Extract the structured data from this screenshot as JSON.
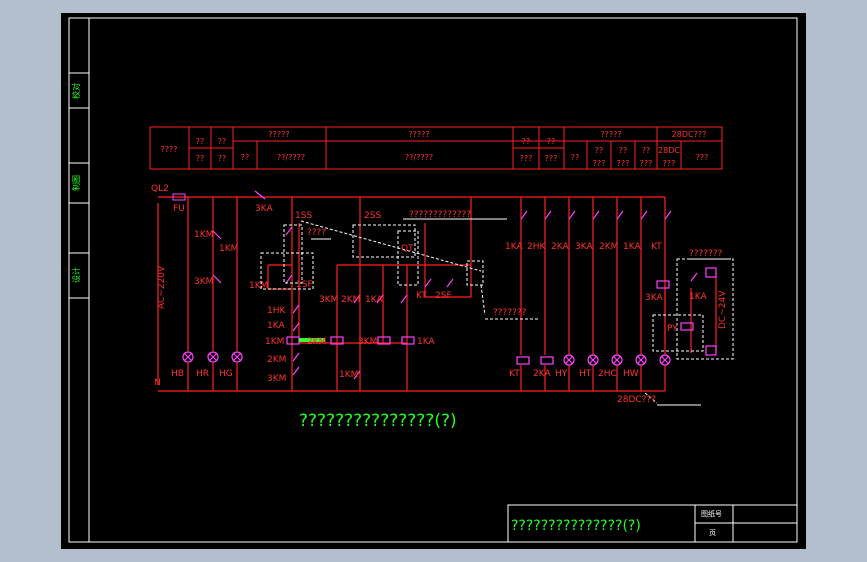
{
  "colors": {
    "line": "#ff2020",
    "frame": "#ffffff",
    "contact": "#ff40ff",
    "title_green": "#20ff20",
    "dashed": "#ffffff",
    "highlight": "#30ff30"
  },
  "side_block": {
    "label_top": "校对",
    "label_mid": "制图",
    "label_bot": "设计"
  },
  "header_table": {
    "c1": "????",
    "c2a": "??",
    "c2b": "??",
    "c3a": "??",
    "c3b": "??",
    "c4top": "?????",
    "c4a": "??",
    "c4b": "??/????",
    "c5top": "?????",
    "c5b": "??/????",
    "c6a": "??",
    "c6b": "???",
    "c7a": "??",
    "c7b": "???",
    "c8top": "?????",
    "c8a": "??",
    "c8b1": "??",
    "c8b2": "???",
    "c8c1": "??",
    "c8c2": "???",
    "c8d1": "??",
    "c8d2": "???",
    "c9top": "28DC???",
    "c9a1": "28DC",
    "c9a2": "???",
    "c9b": "???"
  },
  "labels": {
    "ql2": "QL2",
    "fu": "FU",
    "ac": "AC~220V",
    "n": "N",
    "k3ka_top": "3KA",
    "s1": "1SS",
    "s2": "2SS",
    "note_top": "?????????????",
    "s1_note": "????",
    "km1a": "1KM",
    "km1b": "1KM",
    "km3": "3KM",
    "km1c": "1KM",
    "sf1": "1SF",
    "qt": "QT",
    "kt1": "KT",
    "sf2": "2SF",
    "km3b": "3KM",
    "km2": "2KM",
    "ka1": "1KA",
    "ka1b": "1KA",
    "hk1": "1HK",
    "km1d": "1KM",
    "km2b": "2KM",
    "km3c": "3KM",
    "km3coil": "3KM",
    "ka1coil": "1KA",
    "km1e": "1KM",
    "km1coil": "2KM",
    "note_mid": "???????",
    "hb": "HB",
    "hr": "HR",
    "hg": "HG",
    "r1": "1KA",
    "r2": "2HK",
    "r3": "2KA",
    "r4": "3KA",
    "r5": "2KM",
    "r6": "1KA",
    "r7": "KT",
    "b1": "KT",
    "b2": "2KA",
    "b3": "HY",
    "b4": "HT",
    "b5": "2HC",
    "b6": "HW",
    "ka3": "3KA",
    "ka1r": "1KA",
    "py": "PY",
    "dc": "DC~24V",
    "note_right": "???????",
    "note_bottom": "28DC???"
  },
  "diagram_title": "???????????????(?)",
  "title_block": {
    "title": "???????????????(?)",
    "drawing_no_label": "图纸号",
    "page_label": "页"
  }
}
